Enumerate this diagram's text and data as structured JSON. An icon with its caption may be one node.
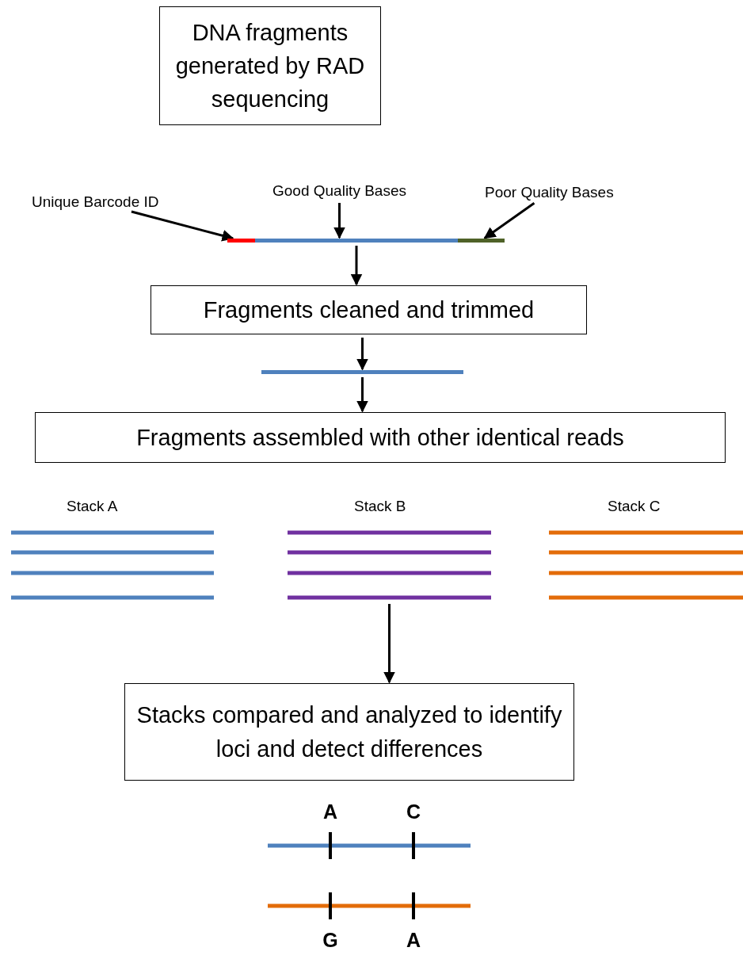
{
  "diagram": {
    "nodes": [
      {
        "text": [
          "DNA fragments generated by RAD sequencing"
        ]
      },
      {
        "text": [
          "Good Quality Bases"
        ]
      },
      {
        "text": [
          "Unique Barcode ID"
        ]
      },
      {
        "text": [
          "Poor Quality Bases"
        ]
      },
      {
        "text": [],
        "shape": "bar"
      },
      {
        "text": [],
        "shape": "bar"
      },
      {
        "text": [],
        "shape": "bar"
      },
      {
        "text": [
          "Fragments cleaned and trimmed"
        ]
      },
      {
        "text": [],
        "shape": "bar"
      },
      {
        "text": [
          "Fragments assembled with other identical reads"
        ]
      },
      {
        "text": [
          "Stack A"
        ]
      },
      {
        "text": [
          "Stack B"
        ]
      },
      {
        "text": [
          "Stack C"
        ]
      },
      {
        "text": [
          "Stacks compared and analyzed to identify loci and detect differences"
        ]
      }
    ],
    "edges": [
      {
        "from": 2,
        "to": 4,
        "arrow": "to"
      },
      {
        "from": 1,
        "to": 5,
        "arrow": "to"
      },
      {
        "from": 3,
        "to": 6,
        "arrow": "to"
      },
      {
        "from": 5,
        "to": 7,
        "arrow": "to"
      },
      {
        "from": 7,
        "to": 8,
        "arrow": "to"
      },
      {
        "from": 8,
        "to": 9,
        "arrow": "to"
      },
      {
        "from": 11,
        "to": 13,
        "arrow": "to"
      }
    ],
    "labels": [
      "A",
      "C",
      "G",
      "A"
    ]
  }
}
